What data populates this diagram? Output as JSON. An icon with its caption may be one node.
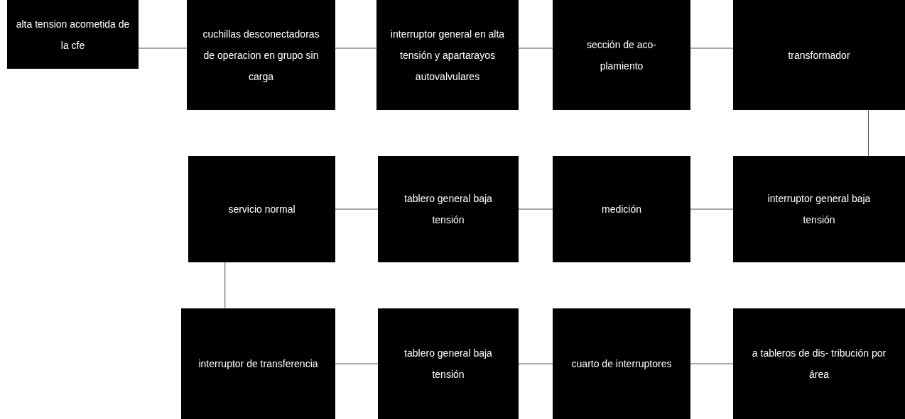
{
  "diagram": {
    "nodes": [
      {
        "text": [
          "alta tension acometida de la cfe"
        ]
      },
      {
        "text": [
          "cuchillas desconectadoras de operacion en grupo sin carga"
        ]
      },
      {
        "text": [
          "interruptor general en alta tensión y apartarayos autovalvulares"
        ]
      },
      {
        "text": [
          "sección de aco- plamiento"
        ]
      },
      {
        "text": [
          "transformador"
        ]
      },
      {
        "text": [
          "servicio normal"
        ]
      },
      {
        "text": [
          "tablero general baja tensión"
        ]
      },
      {
        "text": [
          "medición"
        ]
      },
      {
        "text": [
          "interruptor general baja tensión"
        ]
      },
      {
        "text": [
          "interruptor de transferencia"
        ]
      },
      {
        "text": [
          "tablero general baja tensión"
        ]
      },
      {
        "text": [
          "cuarto de interruptores"
        ]
      },
      {
        "text": [
          "a tableros de dis- tribución por área"
        ]
      }
    ],
    "edges": [
      {
        "from": 0,
        "to": 1,
        "arrow": "none"
      },
      {
        "from": 1,
        "to": 2,
        "arrow": "none"
      },
      {
        "from": 2,
        "to": 3,
        "arrow": "none"
      },
      {
        "from": 3,
        "to": 4,
        "arrow": "none"
      },
      {
        "from": 4,
        "to": 8,
        "arrow": "none"
      },
      {
        "from": 8,
        "to": 7,
        "arrow": "none"
      },
      {
        "from": 7,
        "to": 6,
        "arrow": "none"
      },
      {
        "from": 6,
        "to": 5,
        "arrow": "none"
      },
      {
        "from": 5,
        "to": 9,
        "arrow": "none"
      },
      {
        "from": 9,
        "to": 10,
        "arrow": "none"
      },
      {
        "from": 10,
        "to": 11,
        "arrow": "none"
      },
      {
        "from": 11,
        "to": 12,
        "arrow": "none"
      }
    ]
  }
}
